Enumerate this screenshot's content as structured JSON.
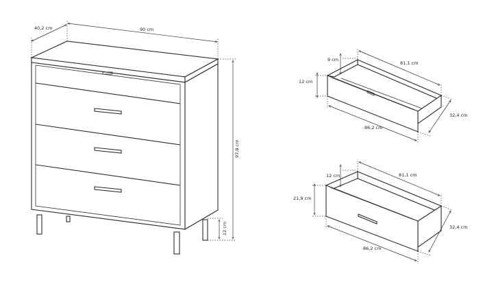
{
  "dresser": {
    "depth": "40,2 cm",
    "width": "90 cm",
    "height": "97,8 cm",
    "leg_height": "12 cm"
  },
  "drawer_small": {
    "inner_height": "9 cm",
    "front_height": "12 cm",
    "back_width": "81,1 cm",
    "depth": "32,4 cm",
    "front_width": "86,2 cm"
  },
  "drawer_large": {
    "inner_height": "12 cm",
    "front_height": "21,9 cm",
    "back_width": "81,1 cm",
    "depth": "32,4 cm",
    "front_width": "86,2 cm"
  },
  "colors": {
    "line": "#2a2a2a",
    "background": "#ffffff"
  }
}
